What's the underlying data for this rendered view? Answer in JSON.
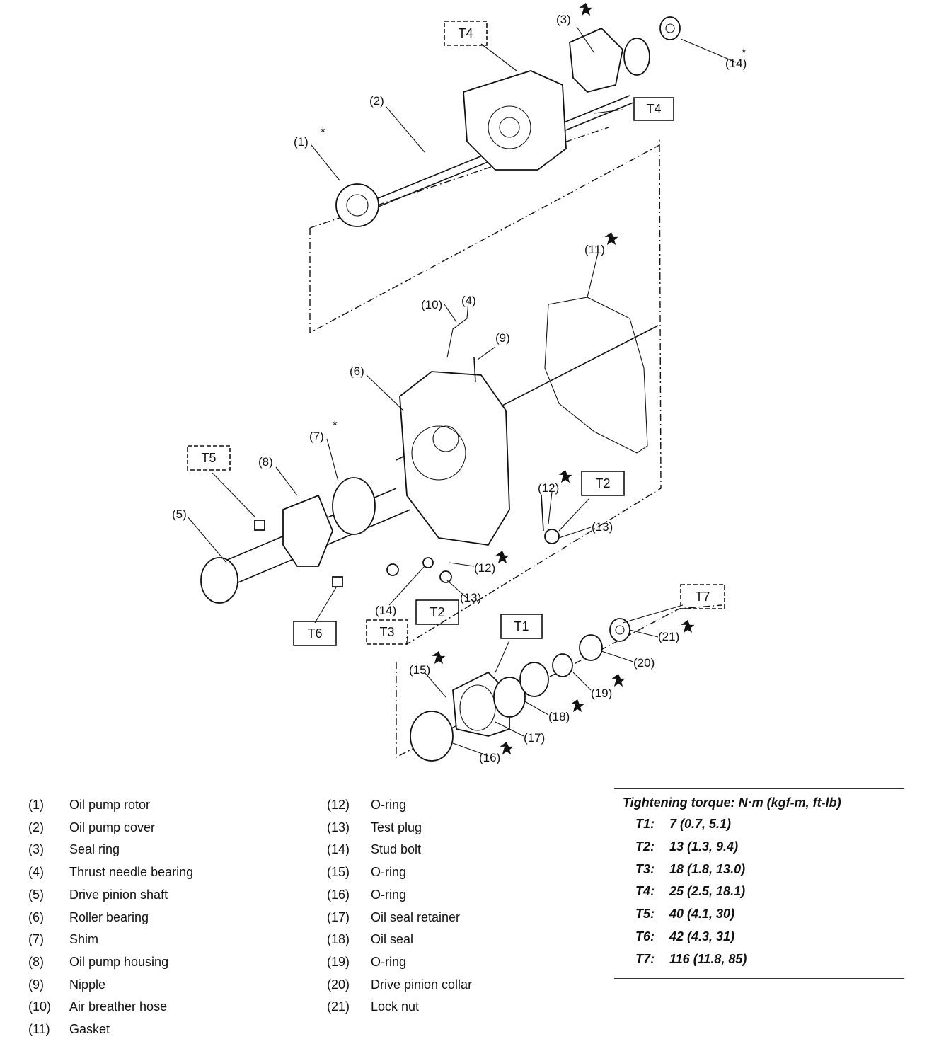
{
  "callouts": [
    "(1)",
    "(2)",
    "(3)",
    "(4)",
    "(5)",
    "(6)",
    "(7)",
    "(8)",
    "(9)",
    "(10)",
    "(11)",
    "(12)",
    "(12)",
    "(13)",
    "(13)",
    "(14)",
    "(14)",
    "(15)",
    "(16)",
    "(17)",
    "(18)",
    "(19)",
    "(20)",
    "(21)"
  ],
  "torque_boxes": [
    "T1",
    "T2",
    "T2",
    "T3",
    "T4",
    "T4",
    "T5",
    "T6",
    "T7"
  ],
  "legend_parts": [
    {
      "num": "(1)",
      "name": "Oil pump rotor"
    },
    {
      "num": "(2)",
      "name": "Oil pump cover"
    },
    {
      "num": "(3)",
      "name": "Seal ring"
    },
    {
      "num": "(4)",
      "name": "Thrust needle bearing"
    },
    {
      "num": "(5)",
      "name": "Drive pinion shaft"
    },
    {
      "num": "(6)",
      "name": "Roller bearing"
    },
    {
      "num": "(7)",
      "name": "Shim"
    },
    {
      "num": "(8)",
      "name": "Oil pump housing"
    },
    {
      "num": "(9)",
      "name": "Nipple"
    },
    {
      "num": "(10)",
      "name": "Air breather hose"
    },
    {
      "num": "(11)",
      "name": "Gasket"
    },
    {
      "num": "(12)",
      "name": "O-ring"
    },
    {
      "num": "(13)",
      "name": "Test plug"
    },
    {
      "num": "(14)",
      "name": "Stud bolt"
    },
    {
      "num": "(15)",
      "name": "O-ring"
    },
    {
      "num": "(16)",
      "name": "O-ring"
    },
    {
      "num": "(17)",
      "name": "Oil seal retainer"
    },
    {
      "num": "(18)",
      "name": "Oil seal"
    },
    {
      "num": "(19)",
      "name": "O-ring"
    },
    {
      "num": "(20)",
      "name": "Drive pinion collar"
    },
    {
      "num": "(21)",
      "name": "Lock nut"
    }
  ],
  "torque_table": {
    "title": "Tightening torque: N·m (kgf-m, ft-lb)",
    "rows": [
      {
        "key": "T1:",
        "value": "7 (0.7, 5.1)"
      },
      {
        "key": "T2:",
        "value": "13 (1.3, 9.4)"
      },
      {
        "key": "T3:",
        "value": "18 (1.8, 13.0)"
      },
      {
        "key": "T4:",
        "value": "25 (2.5, 18.1)"
      },
      {
        "key": "T5:",
        "value": "40 (4.1, 30)"
      },
      {
        "key": "T6:",
        "value": "42 (4.3, 31)"
      },
      {
        "key": "T7:",
        "value": "116 (11.8, 85)"
      }
    ]
  },
  "symbols": {
    "replace_mark": "star-icon",
    "sealant_mark": "asterisk-icon"
  }
}
